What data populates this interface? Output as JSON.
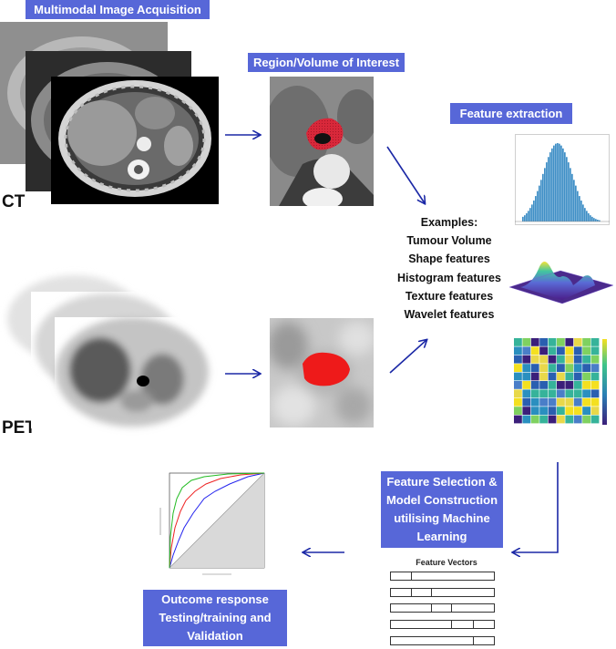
{
  "banners": {
    "acquisition": "Multimodal Image Acquisition",
    "roi": "Region/Volume of Interest",
    "feature_extraction": "Feature extraction",
    "selection": [
      "Feature Selection &",
      "Model Construction",
      "utilising Machine",
      "Learning"
    ],
    "outcome": [
      "Outcome response",
      "Testing/training and",
      "Validation"
    ]
  },
  "modalities": {
    "ct": "CT",
    "pet": "PET"
  },
  "examples": {
    "heading": "Examples:",
    "items": [
      "Tumour Volume",
      "Shape features",
      "Histogram features",
      "Texture features",
      "Wavelet features"
    ]
  },
  "feature_vectors": {
    "title": "Feature Vectors"
  },
  "colors": {
    "banner": "#5767d8",
    "arrow": "#1b28a6",
    "roi_ct": "#d8283a",
    "roi_pet": "#ee1a1a",
    "histogram": "#3f8fc6"
  }
}
